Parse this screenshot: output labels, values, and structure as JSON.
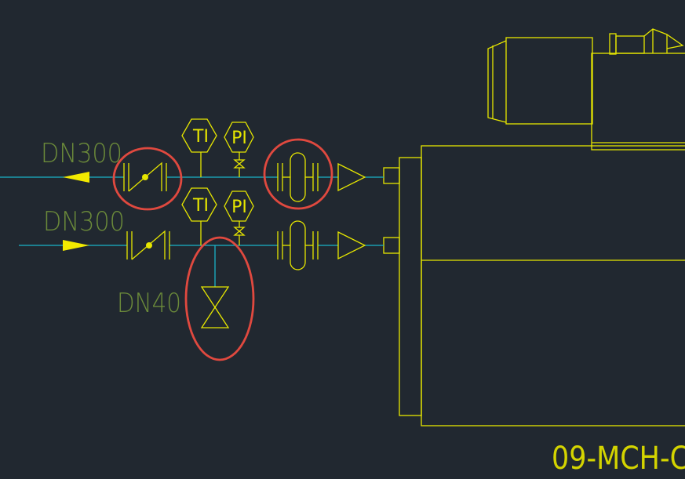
{
  "labels": {
    "pipe_top": "DN300",
    "pipe_bottom": "DN300",
    "branch": "DN40",
    "equipment_tag": "09-MCH-C"
  },
  "instruments": {
    "ti_top": "TI",
    "pi_top": "PI",
    "ti_bottom": "TI",
    "pi_bottom": "PI"
  },
  "colors": {
    "background": "#212830",
    "equipment": "#e6e600",
    "pipe": "#1ab3c8",
    "label": "#6b8a3a",
    "highlight": "#e0493f",
    "arrow": "#f2ea00"
  }
}
